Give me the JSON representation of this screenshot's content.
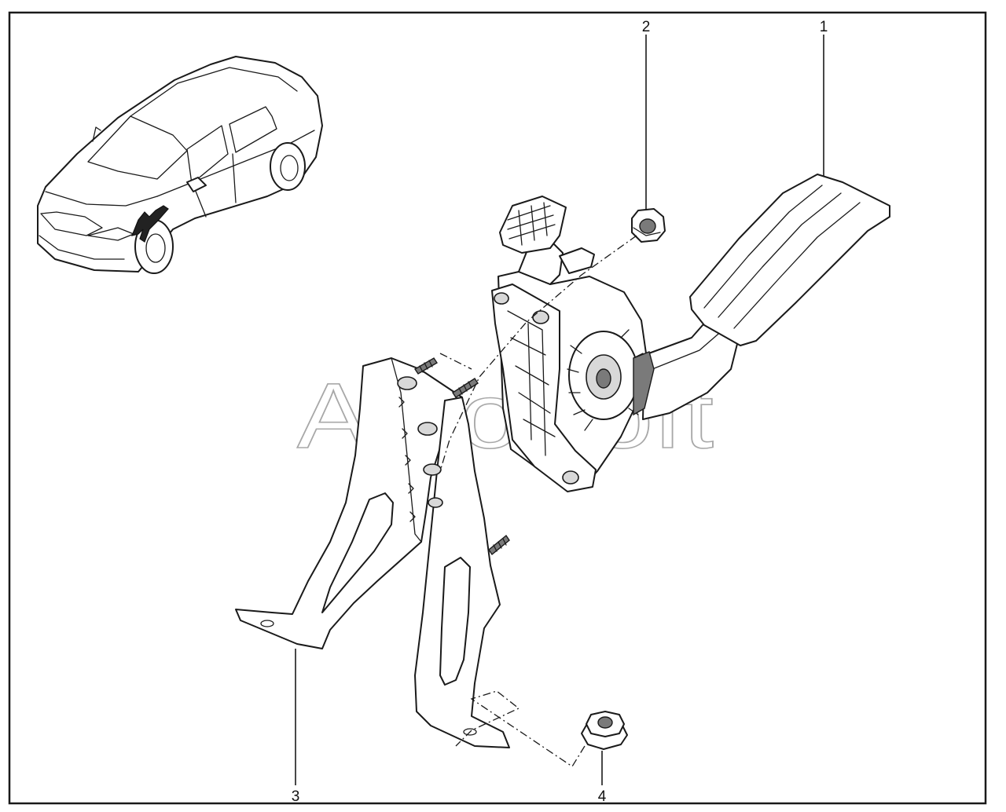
{
  "callouts": [
    {
      "id": "1",
      "label": "1"
    },
    {
      "id": "2",
      "label": "2"
    },
    {
      "id": "3",
      "label": "3"
    },
    {
      "id": "4",
      "label": "4"
    }
  ],
  "watermark": "AutoSoft",
  "colors": {
    "line": "#1a1a1a",
    "background": "#ffffff",
    "shade": "#d8d8d8",
    "dark": "#7a7a7a",
    "watermark_outline": "#9a9a9a"
  },
  "icons": {
    "vehicle": "sedan-car-outline",
    "location_marker": "pedal-location-marker"
  }
}
